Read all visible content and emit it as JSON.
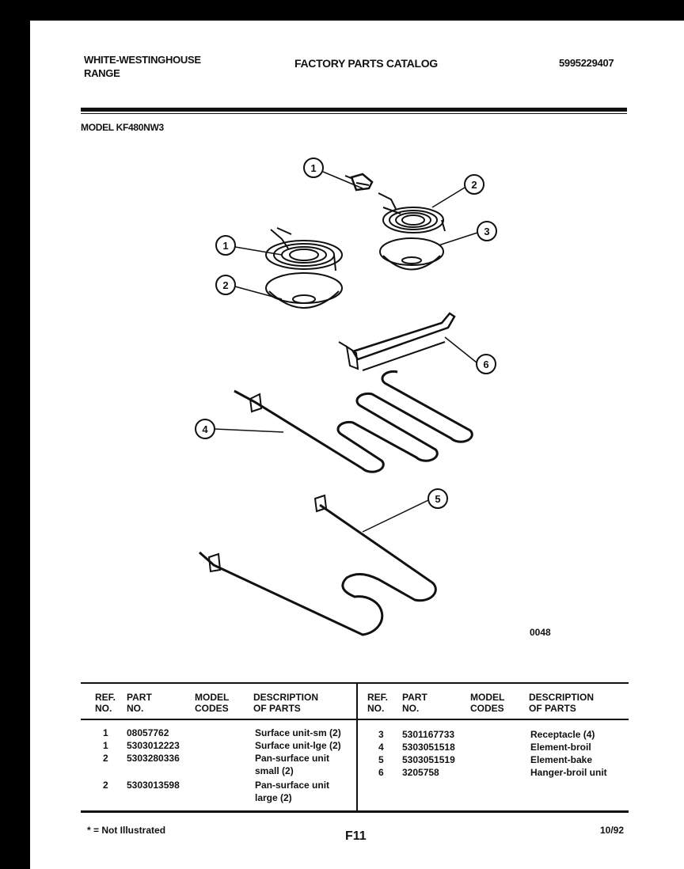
{
  "header": {
    "brand_line1": "WHITE-WESTINGHOUSE",
    "brand_line2": "RANGE",
    "catalog_title": "FACTORY PARTS CATALOG",
    "catalog_number": "5995229407"
  },
  "model": "MODEL KF480NW3",
  "diagram": {
    "callouts": [
      "1",
      "2",
      "3",
      "1",
      "2",
      "6",
      "4",
      "5"
    ],
    "figure_code": "0048"
  },
  "table": {
    "headers": {
      "ref": [
        "REF.",
        "NO."
      ],
      "part": [
        "PART",
        "NO."
      ],
      "model": [
        "MODEL",
        "CODES"
      ],
      "desc": [
        "DESCRIPTION",
        "OF PARTS"
      ]
    },
    "left_rows": [
      {
        "ref": "1",
        "part": "08057762",
        "codes": "",
        "desc": "Surface unit-sm (2)"
      },
      {
        "ref": "1",
        "part": "5303012223",
        "codes": "",
        "desc": "Surface unit-lge (2)"
      },
      {
        "ref": "2",
        "part": "5303280336",
        "codes": "",
        "desc": "Pan-surface unit small (2)"
      },
      {
        "ref": "2",
        "part": "5303013598",
        "codes": "",
        "desc": "Pan-surface unit large (2)"
      }
    ],
    "right_rows": [
      {
        "ref": "3",
        "part": "5301167733",
        "codes": "",
        "desc": "Receptacle (4)"
      },
      {
        "ref": "4",
        "part": "5303051518",
        "codes": "",
        "desc": "Element-broil"
      },
      {
        "ref": "5",
        "part": "5303051519",
        "codes": "",
        "desc": "Element-bake"
      },
      {
        "ref": "6",
        "part": "3205758",
        "codes": "",
        "desc": "Hanger-broil unit"
      }
    ]
  },
  "footer": {
    "note": "* = Not Illustrated",
    "page": "F11",
    "date": "10/92"
  }
}
